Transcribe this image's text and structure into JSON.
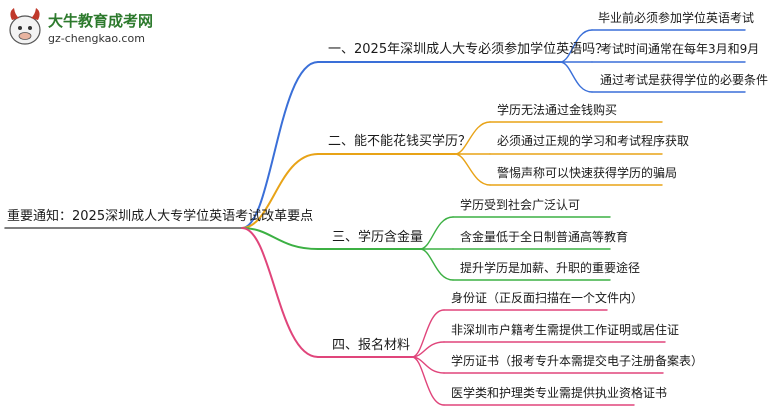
{
  "logo": {
    "site_name": "大牛教育成考网",
    "site_url": "gz-chengkao.com"
  },
  "root": {
    "label": "重要通知：2025深圳成人大专学位英语考试改革要点"
  },
  "branches": [
    {
      "label": "一、2025年深圳成人大专必须参加学位英语吗？",
      "color": "#3a6fd8",
      "children": [
        "毕业前必须参加学位英语考试",
        "考试时间通常在每年3月和9月",
        "通过考试是获得学位的必要条件"
      ]
    },
    {
      "label": "二、能不能花钱买学历？",
      "color": "#e8a317",
      "children": [
        "学历无法通过金钱购买",
        "必须通过正规的学习和考试程序获取",
        "警惕声称可以快速获得学历的骗局"
      ]
    },
    {
      "label": "三、学历含金量",
      "color": "#3cb043",
      "children": [
        "学历受到社会广泛认可",
        "含金量低于全日制普通高等教育",
        "提升学历是加薪、升职的重要途径"
      ]
    },
    {
      "label": "四、报名材料",
      "color": "#e0457b",
      "children": [
        "身份证（正反面扫描在一个文件内）",
        "非深圳市户籍考生需提供工作证明或居住证",
        "学历证书（报考专升本需提交电子注册备案表）",
        "医学类和护理类专业需提供执业资格证书"
      ]
    }
  ]
}
